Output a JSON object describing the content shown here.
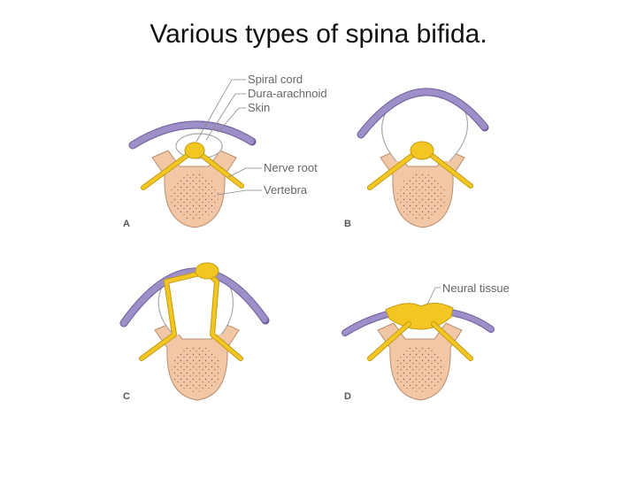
{
  "title": "Various types of spina bifida.",
  "labels": {
    "spinal_cord": "Spiral cord",
    "dura": "Dura-arachnoid",
    "skin": "Skin",
    "nerve_root": "Nerve root",
    "vertebra": "Vertebra",
    "neural_tissue": "Neural tissue"
  },
  "panels": [
    "A",
    "B",
    "C",
    "D"
  ],
  "colors": {
    "skin": "#9f8fc8",
    "skin_edge": "#6e5e9a",
    "vertebra": "#f2c7a6",
    "vertebra_edge": "#b88d6e",
    "neural": "#f3c623",
    "neural_edge": "#c29b12",
    "leader": "#888888"
  }
}
